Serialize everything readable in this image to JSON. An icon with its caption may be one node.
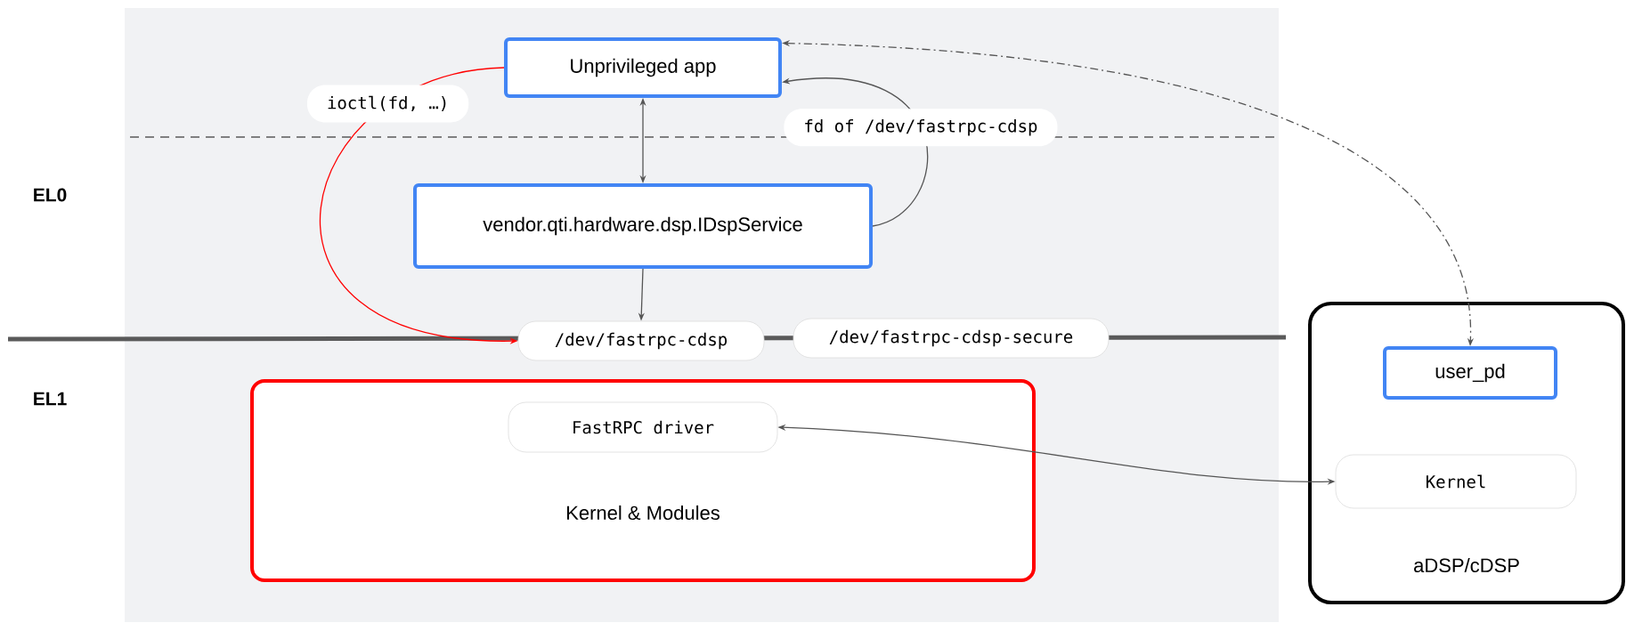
{
  "diagram": {
    "nodes": [
      {
        "text": [
          "Unprivileged app"
        ]
      },
      {
        "text": [
          "vendor.qti.hardware.dsp.IDspService"
        ]
      },
      {
        "text": [
          "/dev/fastrpc-cdsp"
        ]
      },
      {
        "text": [
          "/dev/fastrpc-cdsp-secure"
        ]
      },
      {
        "text": [
          "Kernel & Modules"
        ]
      },
      {
        "text": [
          "FastRPC driver"
        ],
        "in": 4
      },
      {
        "text": [
          "aDSP/cDSP"
        ]
      },
      {
        "text": [
          "user_pd"
        ],
        "in": 6
      },
      {
        "text": [
          "Kernel"
        ],
        "in": 6
      }
    ],
    "edges": [
      {
        "from": 0,
        "to": 2,
        "arrow": "to",
        "label": "ioctl(fd, …)",
        "color": "#ff0000"
      },
      {
        "from": 0,
        "to": 1,
        "arrow": "both"
      },
      {
        "from": 1,
        "to": 2,
        "arrow": "to"
      },
      {
        "from": 1,
        "to": 0,
        "arrow": "to",
        "label": "fd of /dev/fastrpc-cdsp"
      },
      {
        "from": 0,
        "to": 7,
        "arrow": "both",
        "style": "dashed"
      },
      {
        "from": 5,
        "to": 8,
        "arrow": "both"
      }
    ],
    "labels": [
      "EL0",
      "EL1"
    ]
  }
}
